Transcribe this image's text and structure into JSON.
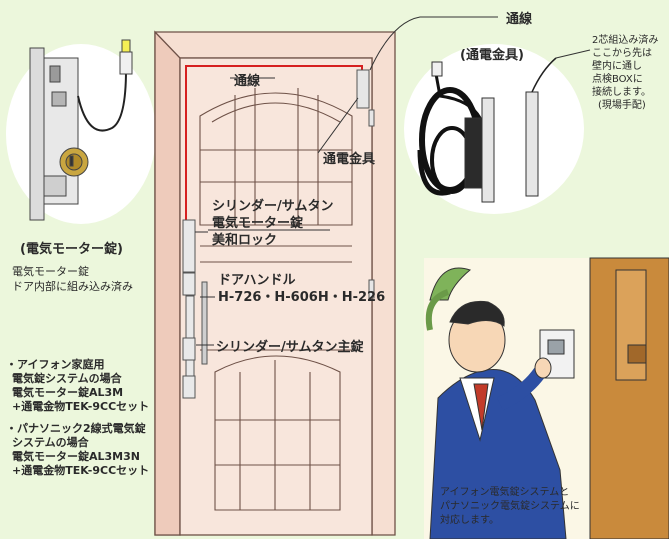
{
  "labels": {
    "wire_top": "通線",
    "wire_door": "通線",
    "fitting_top": "(通電金具)",
    "fitting_door": "通電金具",
    "cylinder_group": [
      "シリンダー/サムタン",
      "電気モーター錠",
      "美和ロック"
    ],
    "handle_group": [
      "ドアハンドル",
      "H-726・H-606H・H-226"
    ],
    "main_lock": "シリンダー/サムタン主錠",
    "motor_lock_title": "(電気モーター錠)",
    "motor_lock_note": [
      "電気モーター錠",
      "ドア内部に組み込み済み"
    ],
    "two_core_note": [
      "2芯組込み済み",
      "ここから先は",
      "壁内に通し",
      "点検BOXに",
      "接続します。",
      "(現場手配)"
    ],
    "spec_aiphone": [
      "・アイフォン家庭用",
      "電気錠システムの場合",
      "電気モーター錠AL3M",
      "+通電金物TEK-9CCセット"
    ],
    "spec_panasonic": [
      "・パナソニック2線式電気錠",
      "システムの場合",
      "電気モーター錠AL3M3N",
      "+通電金物TEK-9CCセット"
    ],
    "caption": [
      "アイフォン電気錠システムと",
      "パナソニック電気錠システムに",
      "対応します。"
    ]
  },
  "colors": {
    "background": "#ecf7dc",
    "door": "#f6dfd2",
    "door_stroke": "#6e5147",
    "wire_red": "#d62020",
    "panel": "#fbf7e6"
  }
}
